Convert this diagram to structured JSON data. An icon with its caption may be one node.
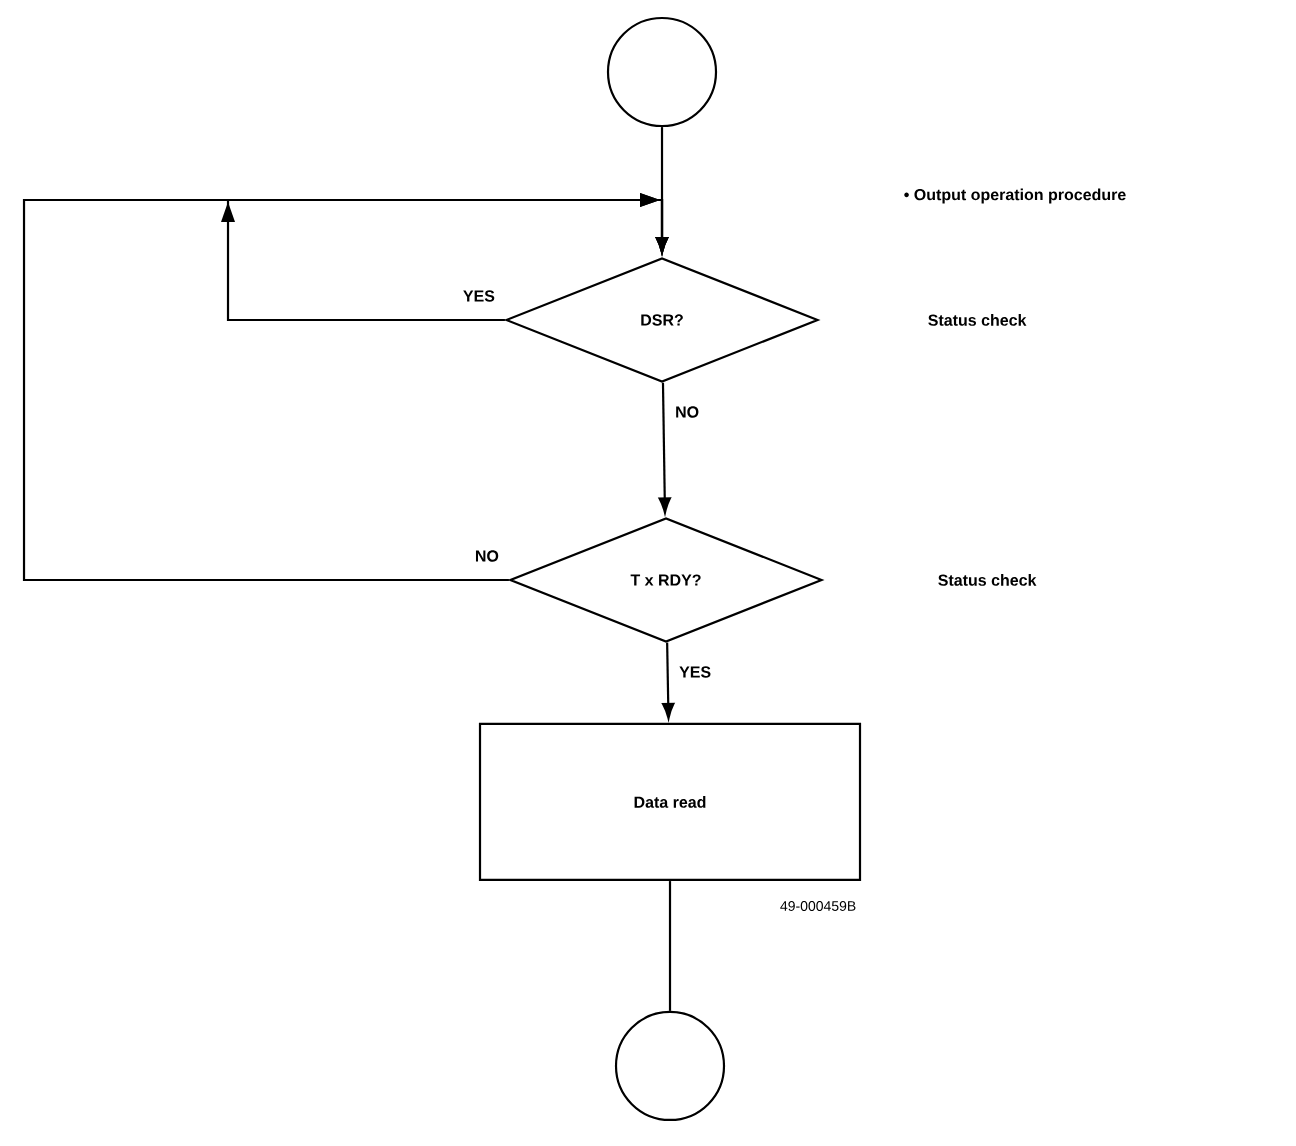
{
  "diagram": {
    "nodes": [
      {
        "text": [],
        "shape": "circle"
      },
      {
        "text": [
          "DSR?"
        ]
      },
      {
        "text": [
          "T x RDY?"
        ]
      },
      {
        "text": [
          "Data read"
        ]
      },
      {
        "text": [],
        "shape": "circle"
      }
    ],
    "edges": [
      {
        "from": 0,
        "to": 1,
        "arrow": "to"
      },
      {
        "from": 1,
        "to": 1,
        "arrow": "to",
        "label": "YES"
      },
      {
        "from": 1,
        "to": 2,
        "arrow": "to",
        "label": "NO"
      },
      {
        "from": 2,
        "to": 1,
        "arrow": "to",
        "label": "NO"
      },
      {
        "from": 2,
        "to": 3,
        "arrow": "to",
        "label": "YES"
      },
      {
        "from": 3,
        "to": 4,
        "arrow": "none"
      }
    ],
    "labels": [
      "• Output operation procedure",
      "Status check",
      "Status check",
      "49-000459B"
    ]
  }
}
